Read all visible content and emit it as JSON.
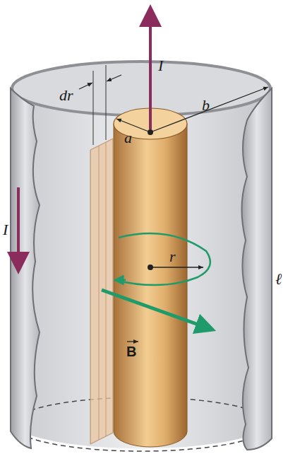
{
  "diagram": {
    "labels": [
      "I",
      "I",
      "dr",
      "a",
      "b",
      "r",
      "B",
      "ℓ"
    ]
  }
}
